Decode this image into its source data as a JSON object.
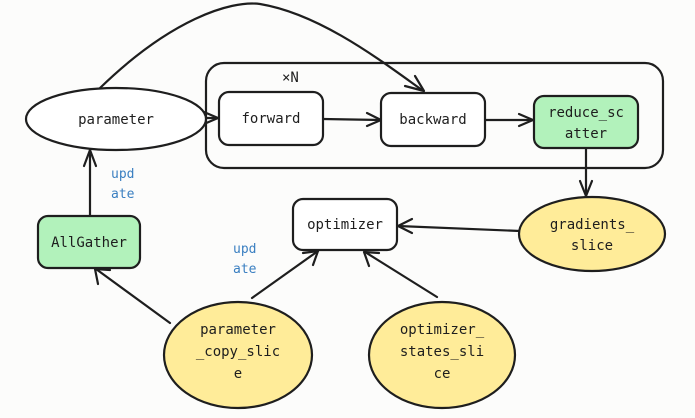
{
  "diagram": {
    "loop_label": "×N",
    "colors": {
      "green": "#b2f2bb",
      "yellow": "#ffec99",
      "white": "#ffffff",
      "stroke": "#1e1e1e",
      "label_blue": "#3a7fc1"
    },
    "nodes": {
      "parameter": {
        "lines": [
          "parameter"
        ],
        "shape": "ellipse",
        "fill": "white"
      },
      "forward": {
        "lines": [
          "forward"
        ],
        "shape": "rounded-rect",
        "fill": "white"
      },
      "backward": {
        "lines": [
          "backward"
        ],
        "shape": "rounded-rect",
        "fill": "white"
      },
      "reduce_scatter": {
        "lines": [
          "reduce_sc",
          "atter"
        ],
        "shape": "rounded-rect",
        "fill": "green"
      },
      "allgather": {
        "lines": [
          "AllGather"
        ],
        "shape": "rounded-rect",
        "fill": "green"
      },
      "optimizer": {
        "lines": [
          "optimizer"
        ],
        "shape": "rounded-rect",
        "fill": "white"
      },
      "gradients_slice": {
        "lines": [
          "gradients_",
          "slice"
        ],
        "shape": "ellipse",
        "fill": "yellow"
      },
      "parameter_copy_slice": {
        "lines": [
          "parameter",
          "_copy_slic",
          "e"
        ],
        "shape": "ellipse",
        "fill": "yellow"
      },
      "optimizer_states_slice": {
        "lines": [
          "optimizer_",
          "states_sli",
          "ce"
        ],
        "shape": "ellipse",
        "fill": "yellow"
      }
    },
    "edge_labels": {
      "allgather_to_parameter": [
        "upd",
        "ate"
      ],
      "copy_slice_to_optimizer": [
        "upd",
        "ate"
      ]
    },
    "edges": [
      {
        "from": "parameter",
        "to": "forward"
      },
      {
        "from": "parameter",
        "to": "backward"
      },
      {
        "from": "forward",
        "to": "backward"
      },
      {
        "from": "backward",
        "to": "reduce_scatter"
      },
      {
        "from": "reduce_scatter",
        "to": "gradients_slice"
      },
      {
        "from": "gradients_slice",
        "to": "optimizer"
      },
      {
        "from": "optimizer_states_slice",
        "to": "optimizer"
      },
      {
        "from": "parameter_copy_slice",
        "to": "optimizer",
        "label": "update"
      },
      {
        "from": "parameter_copy_slice",
        "to": "allgather"
      },
      {
        "from": "allgather",
        "to": "parameter",
        "label": "update"
      }
    ]
  }
}
